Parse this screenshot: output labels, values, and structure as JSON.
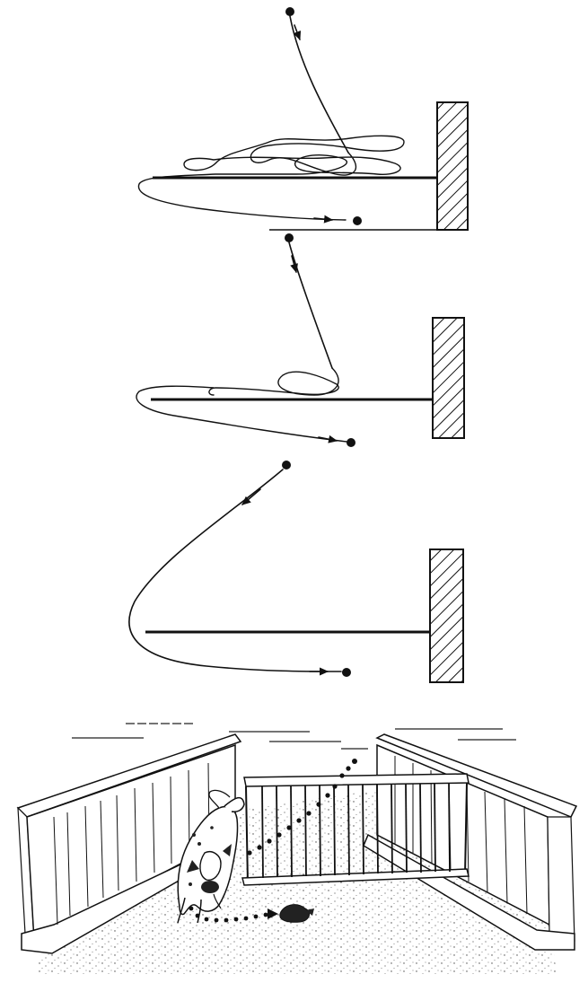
{
  "figure": {
    "panels": [
      {
        "id": "trial-1",
        "description_key": "many-loops-before-detour"
      },
      {
        "id": "trial-2",
        "description_key": "few-loops-before-detour"
      },
      {
        "id": "trial-3",
        "description_key": "direct-detour"
      }
    ],
    "scene": {
      "id": "dog-detour-scene"
    },
    "colors": {
      "ink": "#111111",
      "background": "#ffffff"
    }
  }
}
